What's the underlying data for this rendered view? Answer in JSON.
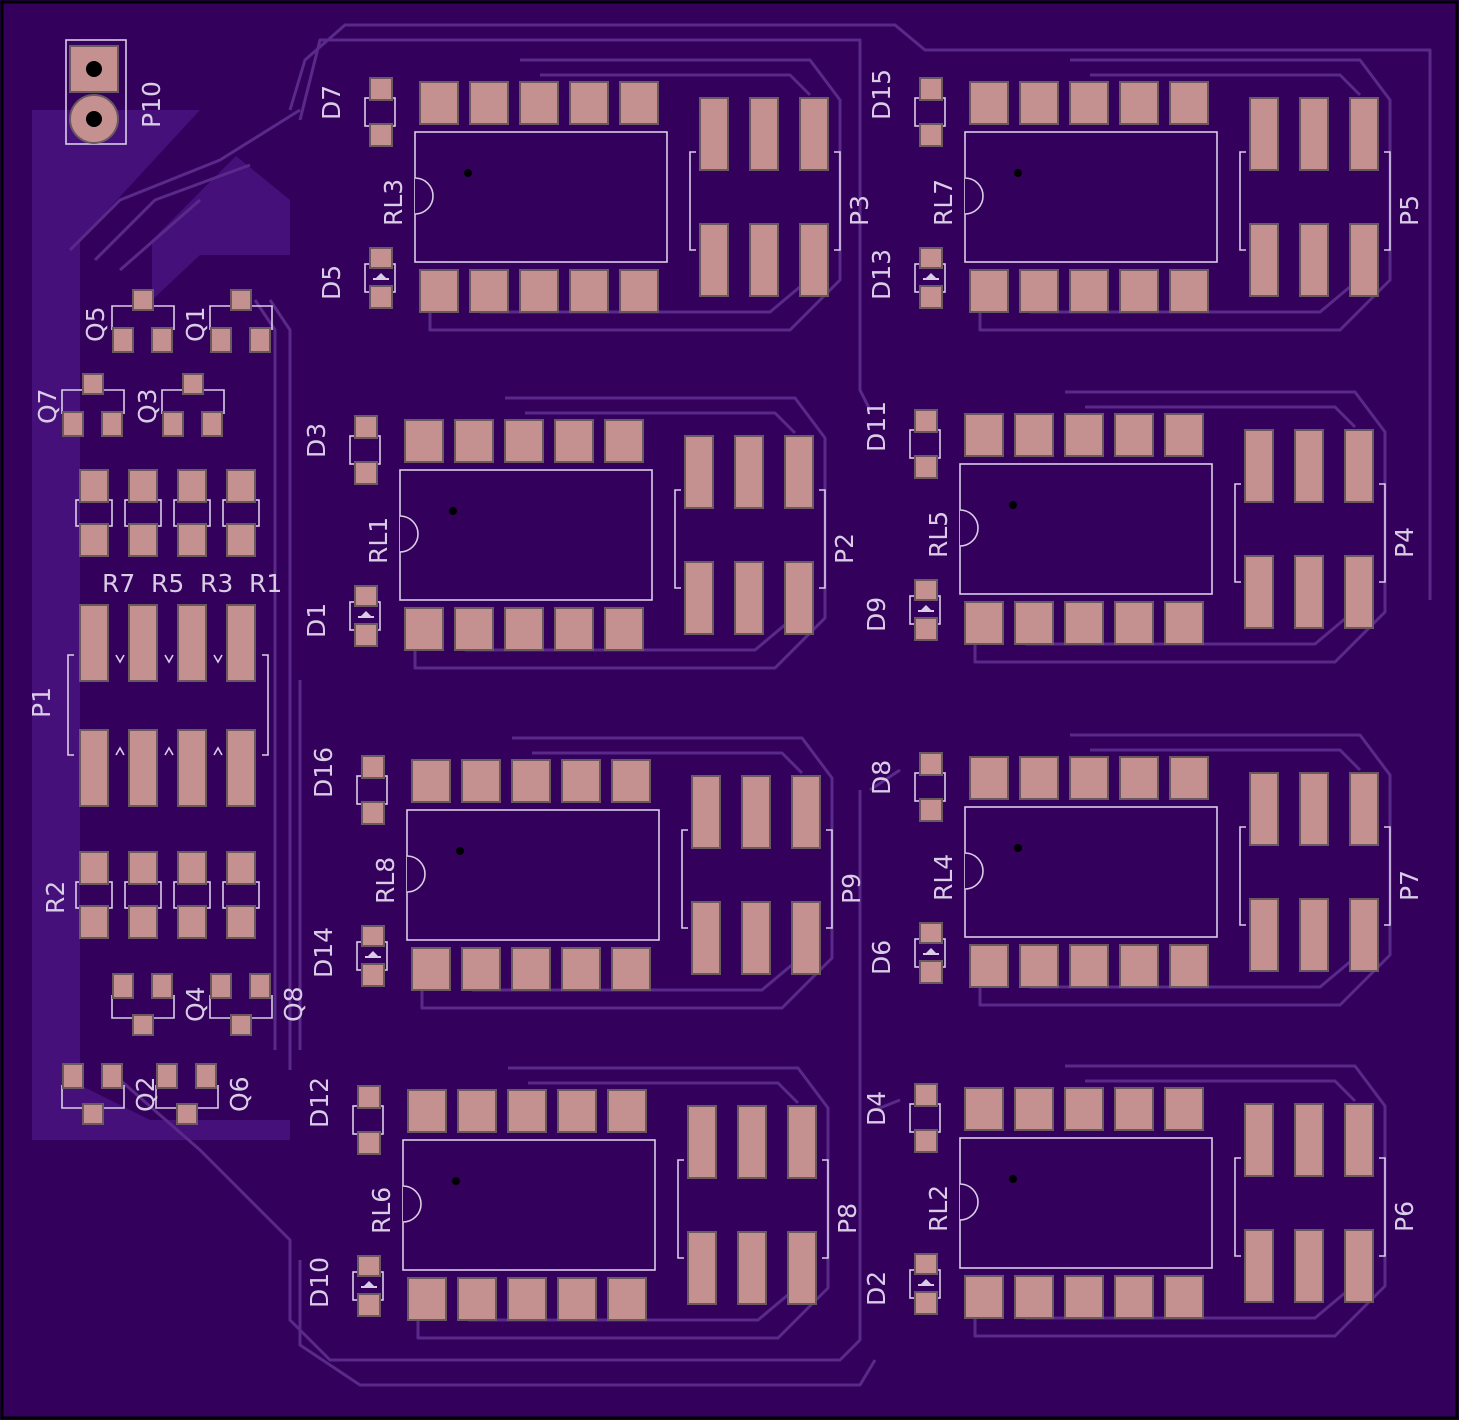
{
  "board": {
    "colors": {
      "background": "#33005c",
      "pad": "#c49190",
      "silkscreen": "#d9cde6",
      "trace": "#5a2a8a",
      "copper_pour": "#45107a"
    }
  },
  "labels": {
    "header": "P10",
    "left": {
      "q5": "Q5",
      "q1": "Q1",
      "q7": "Q7",
      "q3": "Q3",
      "r7": "R7",
      "r5": "R5",
      "r3": "R3",
      "r1": "R1",
      "p1": "P1",
      "r2": "R2",
      "q4": "Q4",
      "q8": "Q8",
      "q2": "Q2",
      "q6": "Q6"
    },
    "modules": [
      {
        "relay": "RL3",
        "diode_top": "D7",
        "diode_bottom": "D5",
        "connector": "P3"
      },
      {
        "relay": "RL7",
        "diode_top": "D15",
        "diode_bottom": "D13",
        "connector": "P5"
      },
      {
        "relay": "RL1",
        "diode_top": "D3",
        "diode_bottom": "D1",
        "connector": "P2"
      },
      {
        "relay": "RL5",
        "diode_top": "D11",
        "diode_bottom": "D9",
        "connector": "P4"
      },
      {
        "relay": "RL8",
        "diode_top": "D16",
        "diode_bottom": "D14",
        "connector": "P9"
      },
      {
        "relay": "RL4",
        "diode_top": "D8",
        "diode_bottom": "D6",
        "connector": "P7"
      },
      {
        "relay": "RL6",
        "diode_top": "D12",
        "diode_bottom": "D10",
        "connector": "P8"
      },
      {
        "relay": "RL2",
        "diode_top": "D4",
        "diode_bottom": "D2",
        "connector": "P6"
      }
    ]
  }
}
